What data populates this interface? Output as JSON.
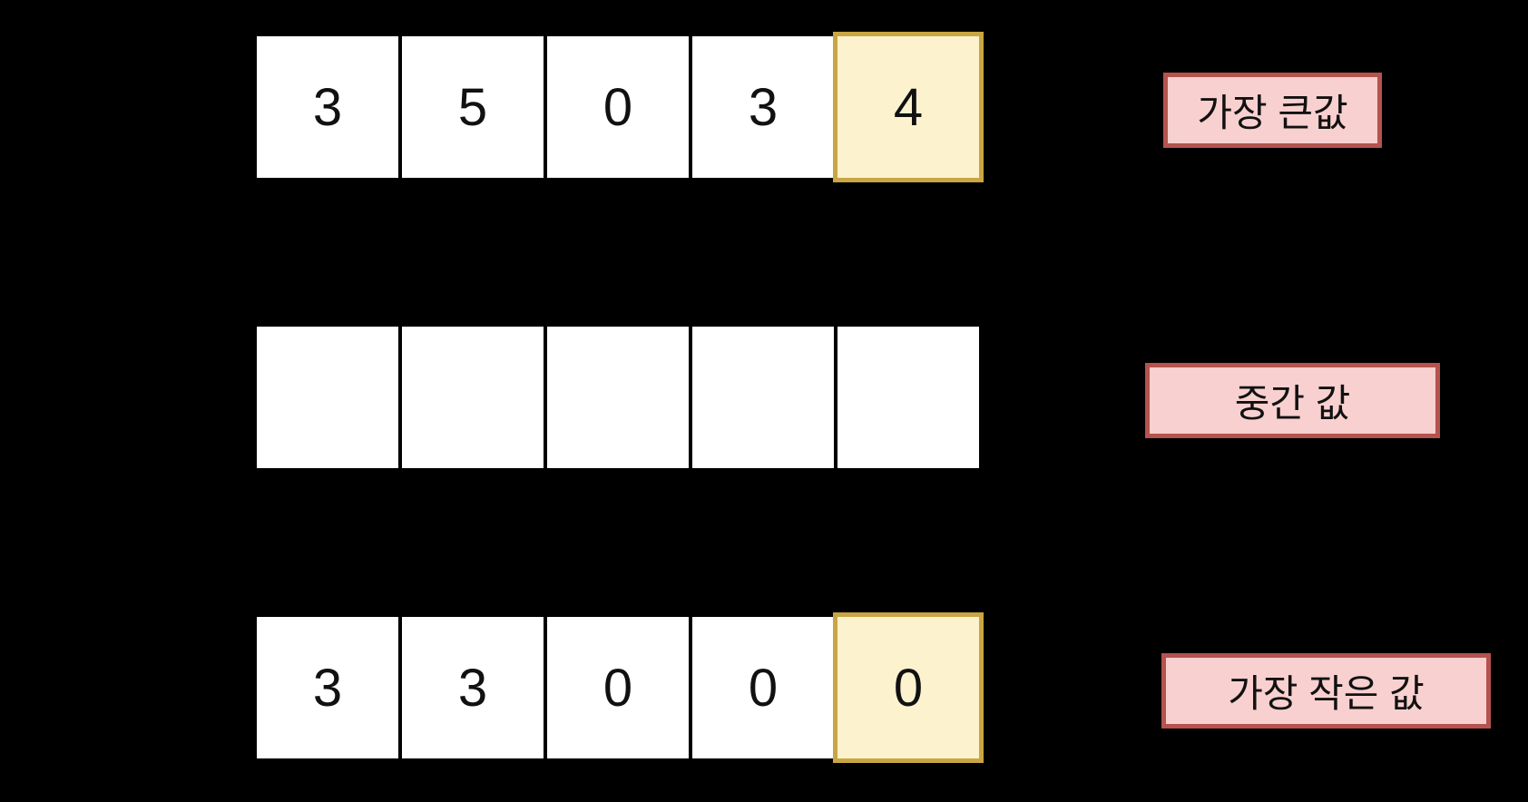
{
  "colors": {
    "background": "#000000",
    "cell_fill": "#ffffff",
    "highlight_fill": "#FCF2CE",
    "highlight_border": "#C9A643",
    "label_fill": "#F8D0CF",
    "label_border": "#B5534E",
    "text": "#111111"
  },
  "rows": [
    {
      "name": "largest-value-array",
      "cells": [
        "3",
        "5",
        "0",
        "3",
        "4"
      ],
      "highlight_index": 4,
      "label": "가장 큰값"
    },
    {
      "name": "middle-value-array",
      "cells": [
        "",
        "",
        "",
        "",
        ""
      ],
      "highlight_index": null,
      "label": "중간 값"
    },
    {
      "name": "smallest-value-array",
      "cells": [
        "3",
        "3",
        "0",
        "0",
        "0"
      ],
      "highlight_index": 4,
      "label": "가장 작은 값"
    }
  ]
}
